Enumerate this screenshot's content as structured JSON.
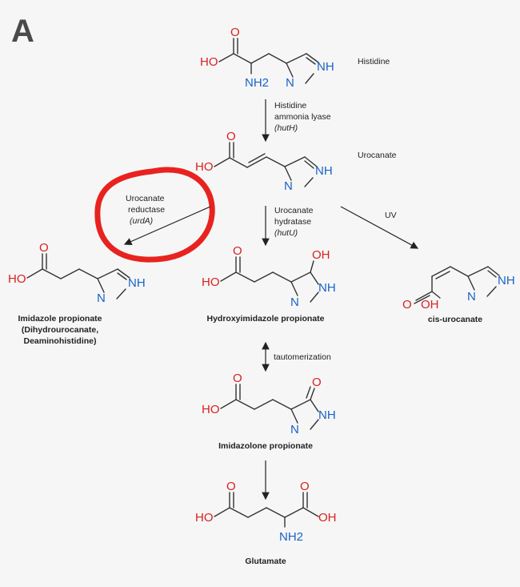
{
  "panel_label": "A",
  "compounds": {
    "histidine": "Histidine",
    "urocanate": "Urocanate",
    "imidazole_propionate": [
      "Imidazole propionate",
      "(Dihydrourocanate,",
      "Deaminohistidine)"
    ],
    "hydroxyimidazole_propionate": "Hydroxyimidazole propionate",
    "cis_urocanate": "cis-urocanate",
    "imidazolone_propionate": "Imidazolone propionate",
    "glutamate": "Glutamate"
  },
  "enzymes": {
    "hutH": [
      "Histidine",
      "ammonia lyase",
      "(hutH)"
    ],
    "urdA": [
      "Urocanate",
      "reductase",
      "(urdA)"
    ],
    "hutU": [
      "Urocanate",
      "hydratase",
      "(hutU)"
    ],
    "uv": "UV",
    "tautomerization": "tautomerization"
  },
  "atoms": {
    "ho": "HO",
    "oh": "OH",
    "o": "O",
    "n": "N",
    "nh": "NH",
    "nh2": "NH2"
  },
  "colors": {
    "oxygen": "#d92020",
    "nitrogen": "#1a62c6",
    "highlight_circle": "#e8231f",
    "ink": "#222222"
  }
}
